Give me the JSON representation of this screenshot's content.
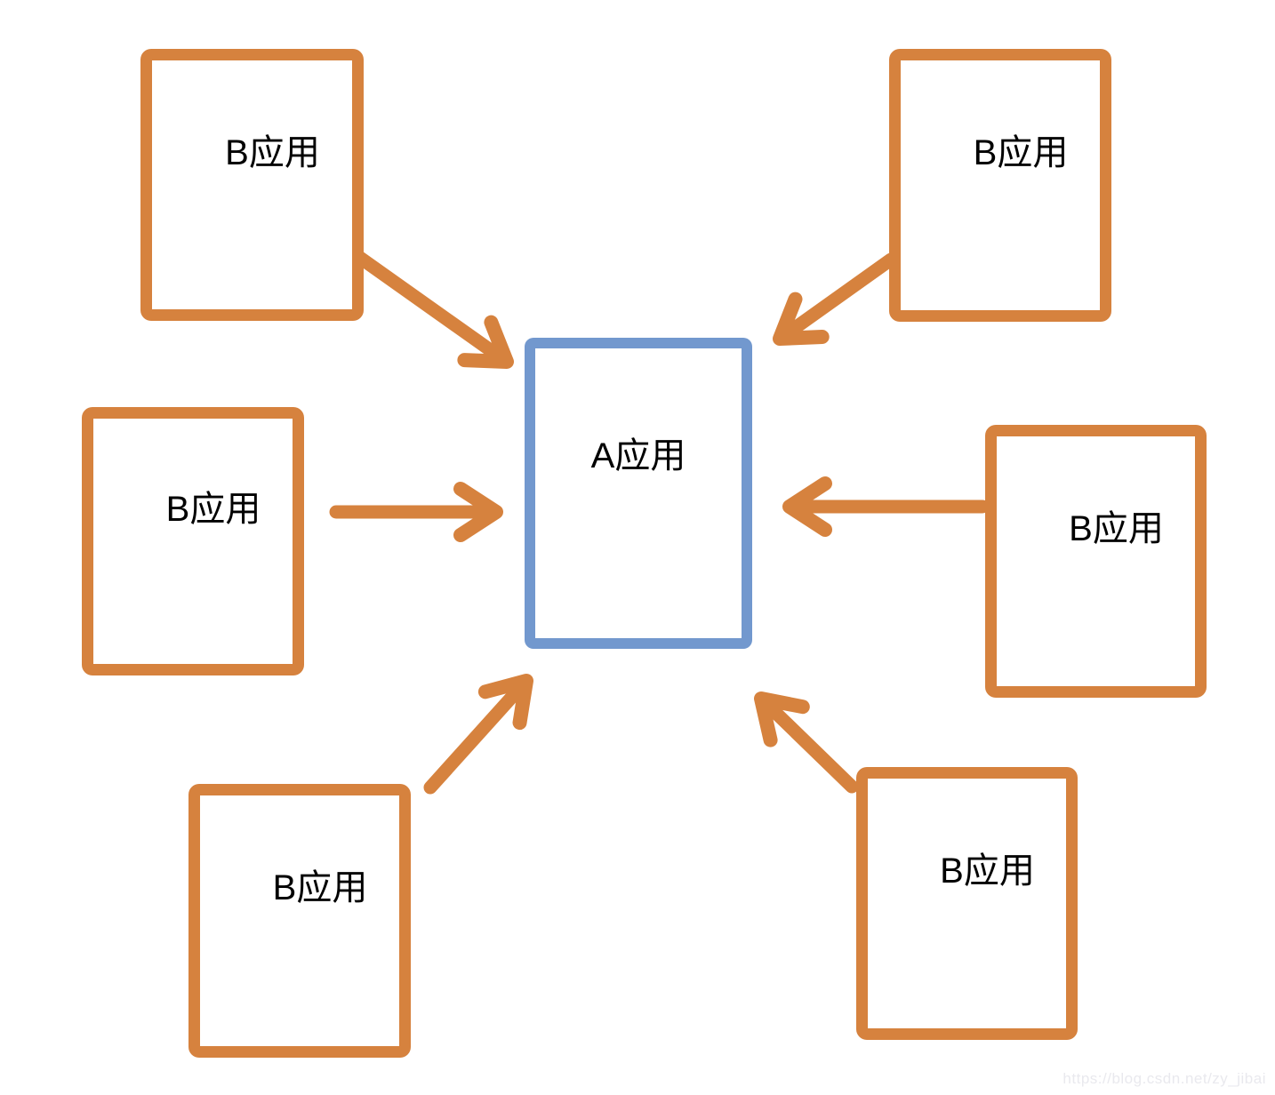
{
  "diagram": {
    "center": {
      "id": "a-app",
      "label": "A应用"
    },
    "satellites": [
      {
        "id": "b-top-left",
        "label": "B应用"
      },
      {
        "id": "b-top-right",
        "label": "B应用"
      },
      {
        "id": "b-mid-left",
        "label": "B应用"
      },
      {
        "id": "b-mid-right",
        "label": "B应用"
      },
      {
        "id": "b-bottom-left",
        "label": "B应用"
      },
      {
        "id": "b-bottom-right",
        "label": "B应用"
      }
    ],
    "edges": [
      {
        "from": "b-top-left",
        "to": "a-app"
      },
      {
        "from": "b-top-right",
        "to": "a-app"
      },
      {
        "from": "b-mid-left",
        "to": "a-app"
      },
      {
        "from": "b-mid-right",
        "to": "a-app"
      },
      {
        "from": "b-bottom-left",
        "to": "a-app"
      },
      {
        "from": "b-bottom-right",
        "to": "a-app"
      }
    ],
    "colors": {
      "satellite_border": "#D6823E",
      "arrow": "#D6823E",
      "center_border": "#7298CE",
      "label_text": "#000000"
    }
  },
  "watermark": {
    "text": "https://blog.csdn.net/zy_jibai"
  }
}
